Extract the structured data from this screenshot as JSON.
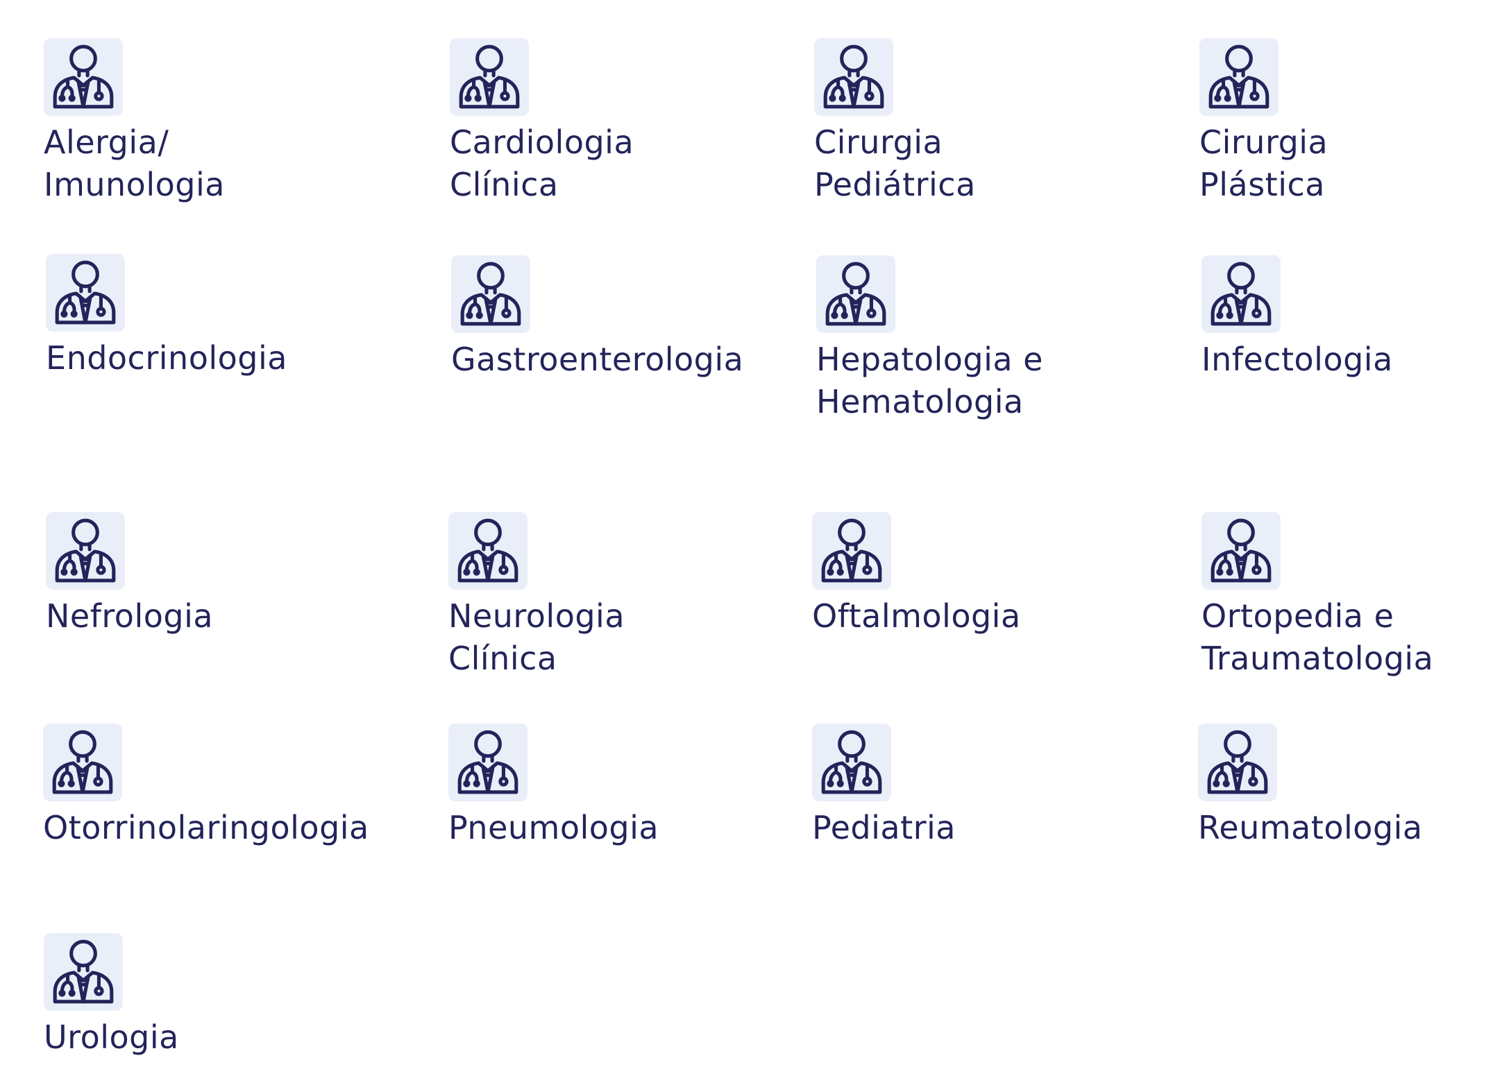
{
  "colors": {
    "text": "#23245a",
    "icon_stroke": "#23245a",
    "icon_background": "#eaeef8",
    "page_background": "#ffffff"
  },
  "icon": "doctor-icon",
  "specialties": [
    {
      "label": "Alergia/\nImunologia"
    },
    {
      "label": "Cardiologia\nClínica"
    },
    {
      "label": "Cirurgia\nPediátrica"
    },
    {
      "label": "Cirurgia\nPlástica"
    },
    {
      "label": "Endocrinologia"
    },
    {
      "label": "Gastroenterologia"
    },
    {
      "label": "Hepatologia e\nHematologia"
    },
    {
      "label": "Infectologia"
    },
    {
      "label": "Nefrologia"
    },
    {
      "label": "Neurologia\nClínica"
    },
    {
      "label": "Oftalmologia"
    },
    {
      "label": "Ortopedia e\nTraumatologia"
    },
    {
      "label": "Otorrinolaringologia"
    },
    {
      "label": "Pneumologia"
    },
    {
      "label": "Pediatria"
    },
    {
      "label": "Reumatologia"
    },
    {
      "label": "Urologia"
    }
  ]
}
